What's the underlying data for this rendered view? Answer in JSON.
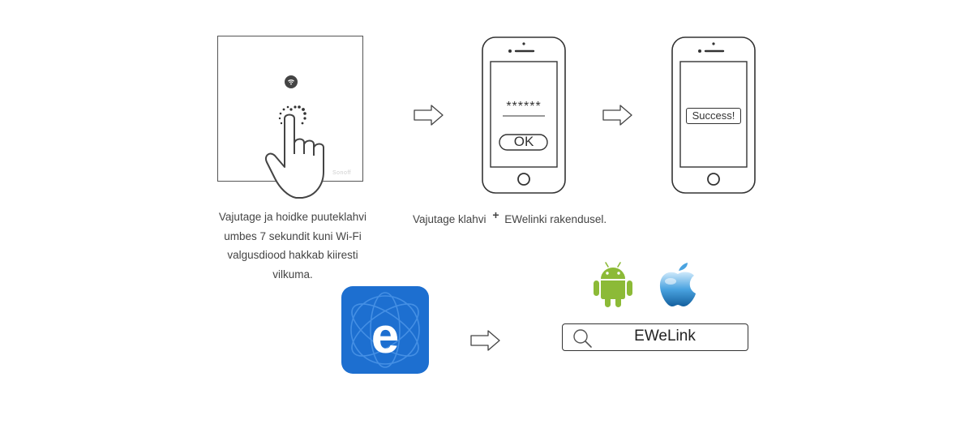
{
  "step1": {
    "caption": "Vajutage ja hoidke puuteklahvi umbes 7 sekundit kuni Wi-Fi valgusdiood hakkab kiiresti vilkuma.",
    "brand_mark": "Sonoff"
  },
  "step2": {
    "caption_before": "Vajutage klahvi",
    "plus_symbol": "+",
    "caption_after": "EWelinki rakendusel.",
    "password_mask": "******",
    "ok_button": "OK"
  },
  "step3": {
    "message": "Success!"
  },
  "download": {
    "search_value": "EWeLink",
    "icons": [
      "ewelink-app-icon",
      "android-icon",
      "apple-icon",
      "search-icon",
      "arrow-right-icon"
    ]
  },
  "colors": {
    "app_blue": "#1d6fd0",
    "android_green": "#8cba37",
    "apple_blue": "#4aa3e0",
    "line": "#333333"
  }
}
